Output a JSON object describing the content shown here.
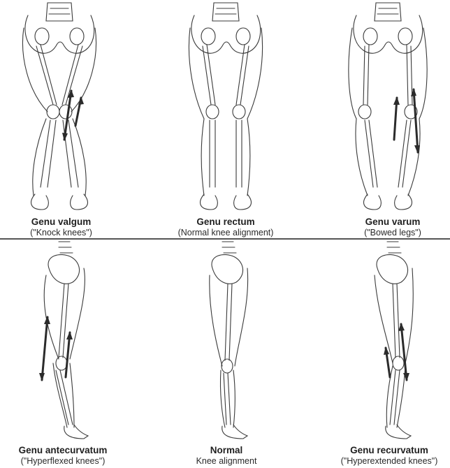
{
  "panels": [
    {
      "id": "genu-valgum",
      "title": "Genu valgum",
      "subtitle": "(\"Knock knees\")"
    },
    {
      "id": "genu-rectum",
      "title": "Genu rectum",
      "subtitle": "(Normal knee alignment)"
    },
    {
      "id": "genu-varum",
      "title": "Genu varum",
      "subtitle": "(\"Bowed legs\")"
    },
    {
      "id": "genu-antecurvatum",
      "title": "Genu antecurvatum",
      "subtitle": "(\"Hyperflexed knees\")"
    },
    {
      "id": "normal",
      "title": "Normal",
      "subtitle": "Knee alignment"
    },
    {
      "id": "genu-recurvatum",
      "title": "Genu recurvatum",
      "subtitle": "(\"Hyperextended knees\")"
    }
  ],
  "colors": {
    "line": "#3a3a3a",
    "arrow": "#2b2b2b",
    "divider": "#555555"
  }
}
